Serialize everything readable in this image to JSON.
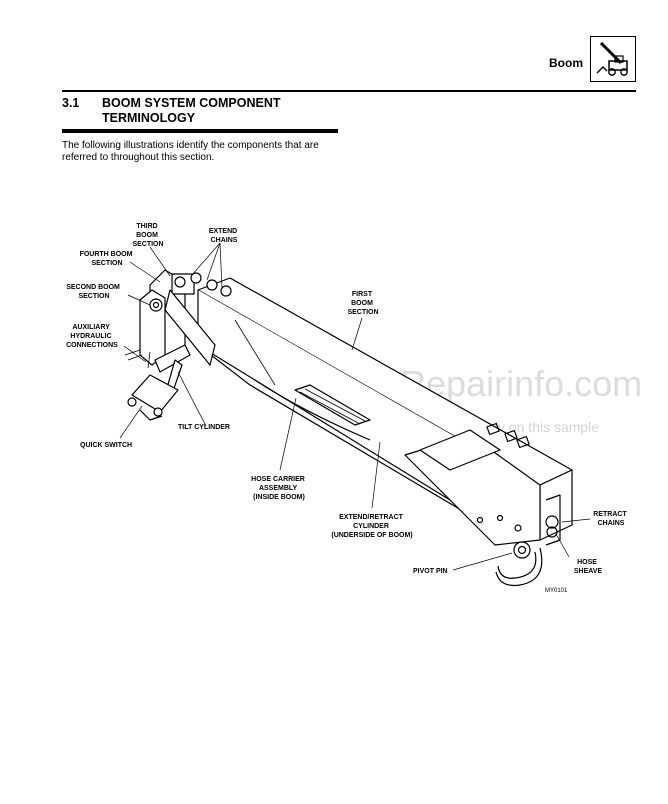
{
  "header": {
    "title": "Boom",
    "icon": "boom-machine-icon"
  },
  "section": {
    "number": "3.1",
    "title": "BOOM SYSTEM COMPONENT TERMINOLOGY",
    "intro": "The following illustrations identify the components that are referred to throughout this section."
  },
  "figure": {
    "labels": {
      "third_boom": [
        "THIRD",
        "BOOM",
        "SECTION"
      ],
      "extend_chains": [
        "EXTEND",
        "CHAINS"
      ],
      "fourth_boom": [
        "FOURTH BOOM",
        "SECTION"
      ],
      "second_boom": [
        "SECOND BOOM",
        "SECTION"
      ],
      "auxiliary": [
        "AUXILIARY",
        "HYDRAULIC",
        "CONNECTIONS"
      ],
      "first_boom": [
        "FIRST",
        "BOOM",
        "SECTION"
      ],
      "tilt_cylinder": [
        "TILT CYLINDER"
      ],
      "quick_switch": [
        "QUICK SWITCH"
      ],
      "hose_carrier": [
        "HOSE CARRIER",
        "ASSEMBLY",
        "(INSIDE BOOM)"
      ],
      "extend_retract": [
        "EXTEND/RETRACT",
        "CYLINDER",
        "(UNDERSIDE OF BOOM)"
      ],
      "retract_chains": [
        "RETRACT",
        "CHAINS"
      ],
      "hose_sheave": [
        "HOSE",
        "SHEAVE"
      ],
      "pivot_pin": [
        "PIVOT PIN"
      ]
    },
    "figure_id": "MY0101"
  },
  "watermark": {
    "main": "eRepairinfo.com",
    "sub": "watermark only on this sample"
  }
}
